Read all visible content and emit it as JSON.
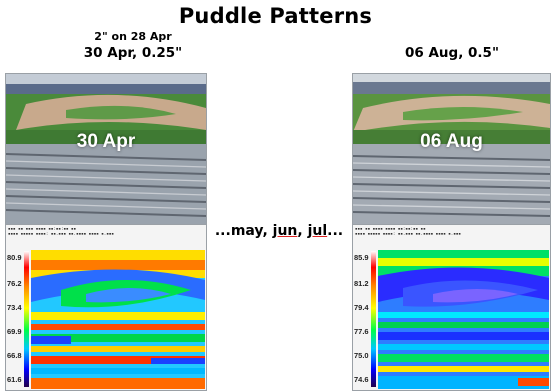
{
  "title": "Puddle Patterns",
  "left": {
    "note_line1": "2\" on 28 Apr",
    "note_line2": "30 Apr, 0.25\"",
    "photo_label": "30 Apr",
    "thermal": {
      "ticks": [
        "80.9",
        "76.2",
        "73.4",
        "69.9",
        "66.8",
        "61.6"
      ],
      "colorbar": {
        "top": "#ffffff",
        "hot": "#ff0000",
        "mid": "#ffff00",
        "cool": "#00c8ff",
        "cold": "#0000ff"
      }
    }
  },
  "right": {
    "note": "06 Aug, 0.5\"",
    "photo_label": "06 Aug",
    "thermal": {
      "ticks": [
        "85.9",
        "81.2",
        "79.4",
        "77.6",
        "75.0",
        "74.6"
      ],
      "colorbar": {
        "top": "#ffffff",
        "hot": "#ff0000",
        "mid": "#ffff00",
        "cool": "#00c8ff",
        "cold": "#0000ff"
      }
    }
  },
  "middle": {
    "prefix": "...",
    "may": "may, ",
    "jun": "jun",
    "sep": ", ",
    "jul": "jul",
    "suffix": "..."
  }
}
